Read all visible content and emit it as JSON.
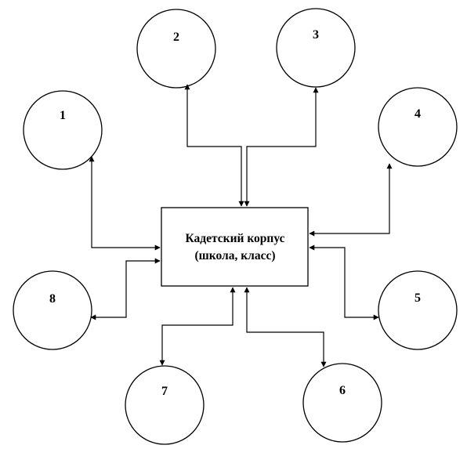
{
  "center": {
    "line1": "Кадетский корпус",
    "line2": "(школа, класс)"
  },
  "nodes": [
    {
      "label": "1"
    },
    {
      "label": "2"
    },
    {
      "label": "3"
    },
    {
      "label": "4"
    },
    {
      "label": "5"
    },
    {
      "label": "6"
    },
    {
      "label": "7"
    },
    {
      "label": "8"
    }
  ],
  "colors": {
    "line": "#000000",
    "background": "#ffffff"
  }
}
